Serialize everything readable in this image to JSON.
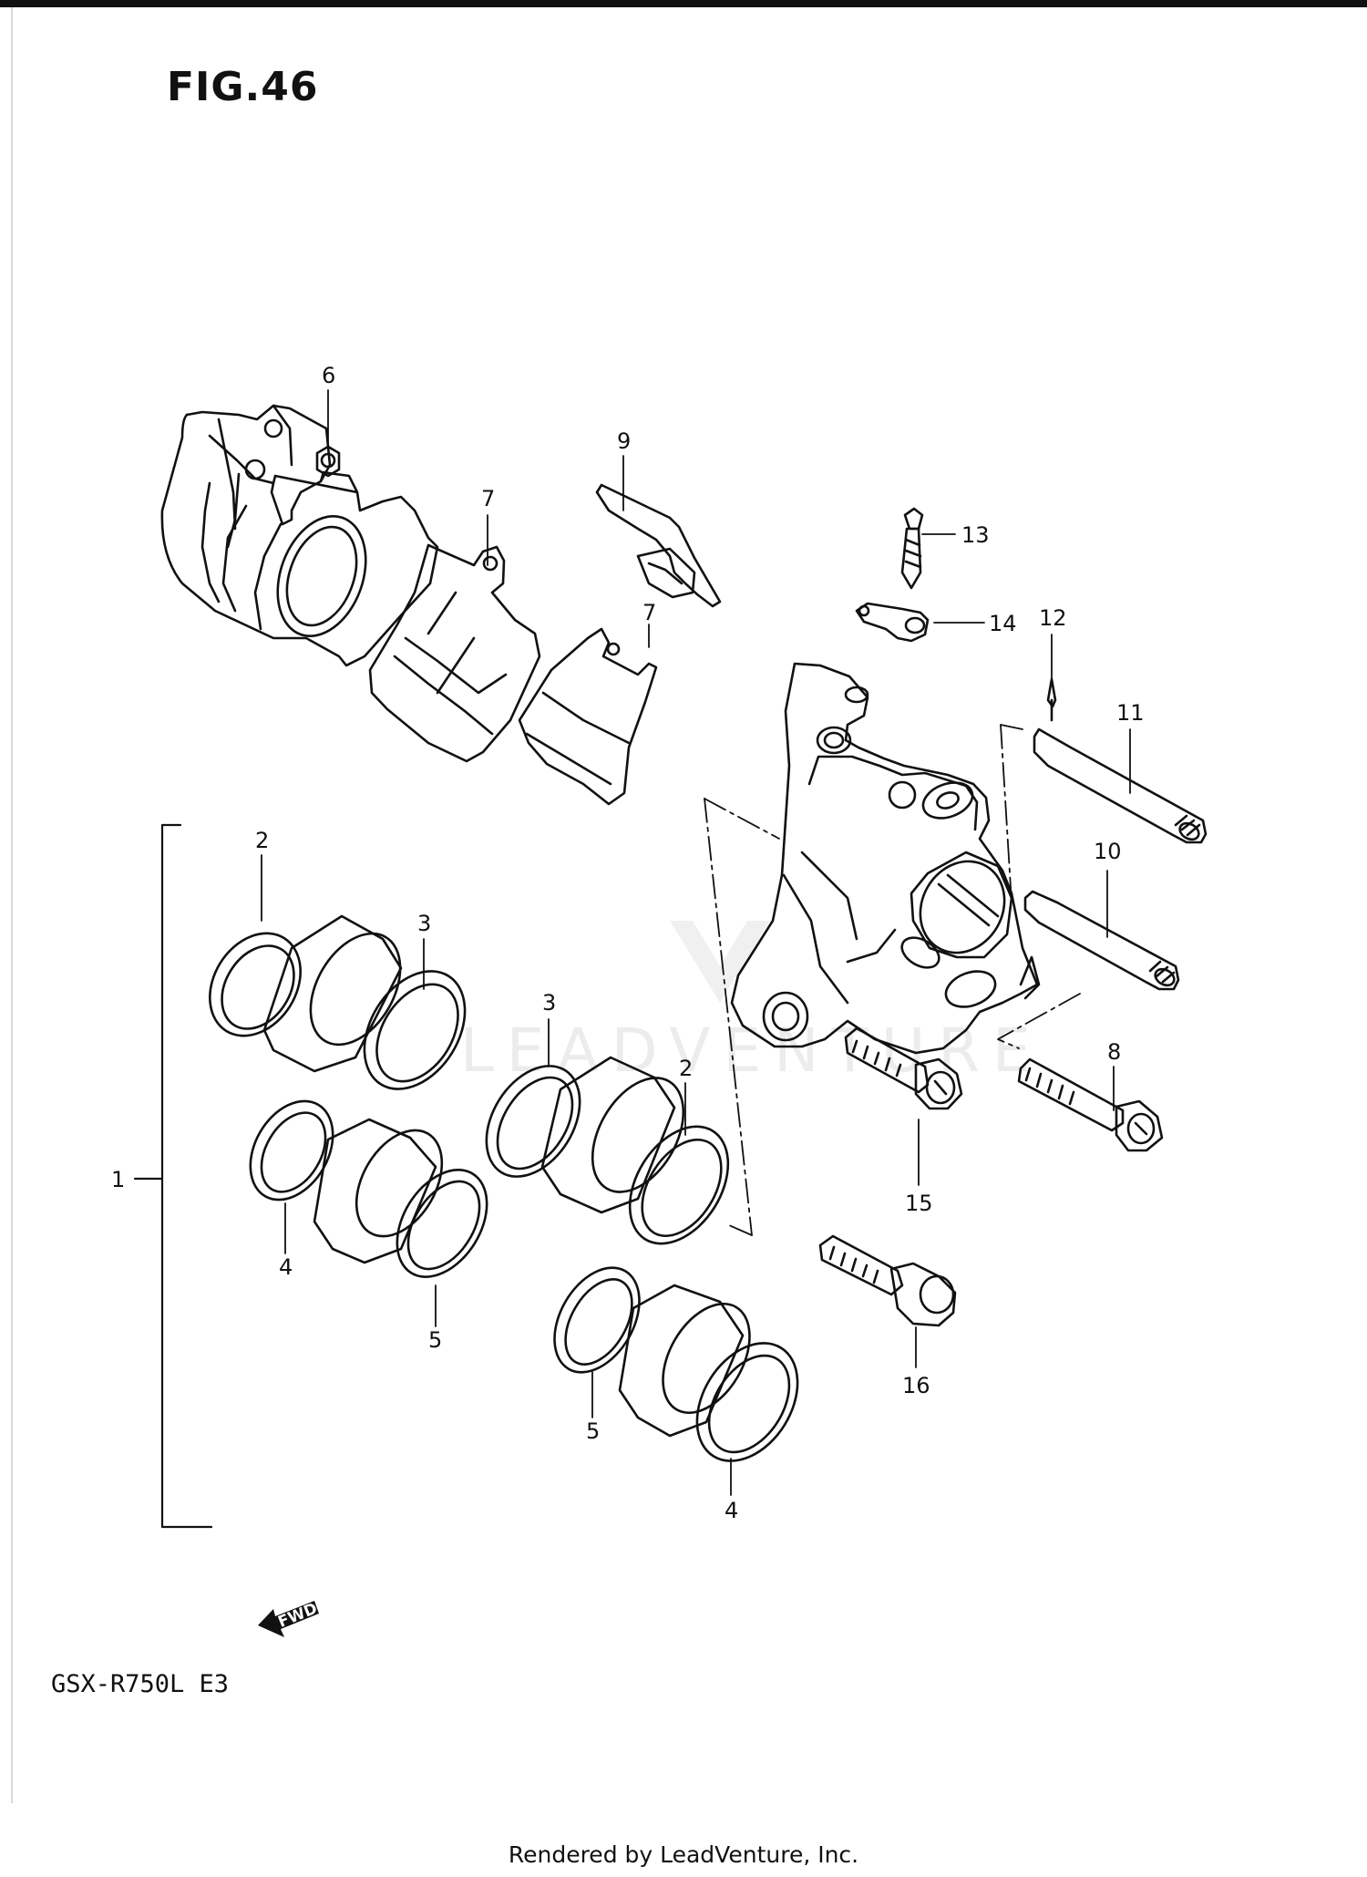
{
  "figure": {
    "title": "FIG.46",
    "model_code": "GSX-R750L  E3",
    "footer": "Rendered by LeadVenture, Inc.",
    "watermark": "LEADVENTURE",
    "fwd_label": "FWD"
  },
  "callouts": {
    "c1": "1",
    "c2a": "2",
    "c2b": "2",
    "c3a": "3",
    "c3b": "3",
    "c4a": "4",
    "c4b": "4",
    "c5a": "5",
    "c5b": "5",
    "c6": "6",
    "c7a": "7",
    "c7b": "7",
    "c8": "8",
    "c9": "9",
    "c10": "10",
    "c11": "11",
    "c12": "12",
    "c13": "13",
    "c14": "14",
    "c15": "15",
    "c16": "16"
  },
  "colors": {
    "ink": "#111111",
    "watermark": "#ececec",
    "background": "#ffffff"
  }
}
